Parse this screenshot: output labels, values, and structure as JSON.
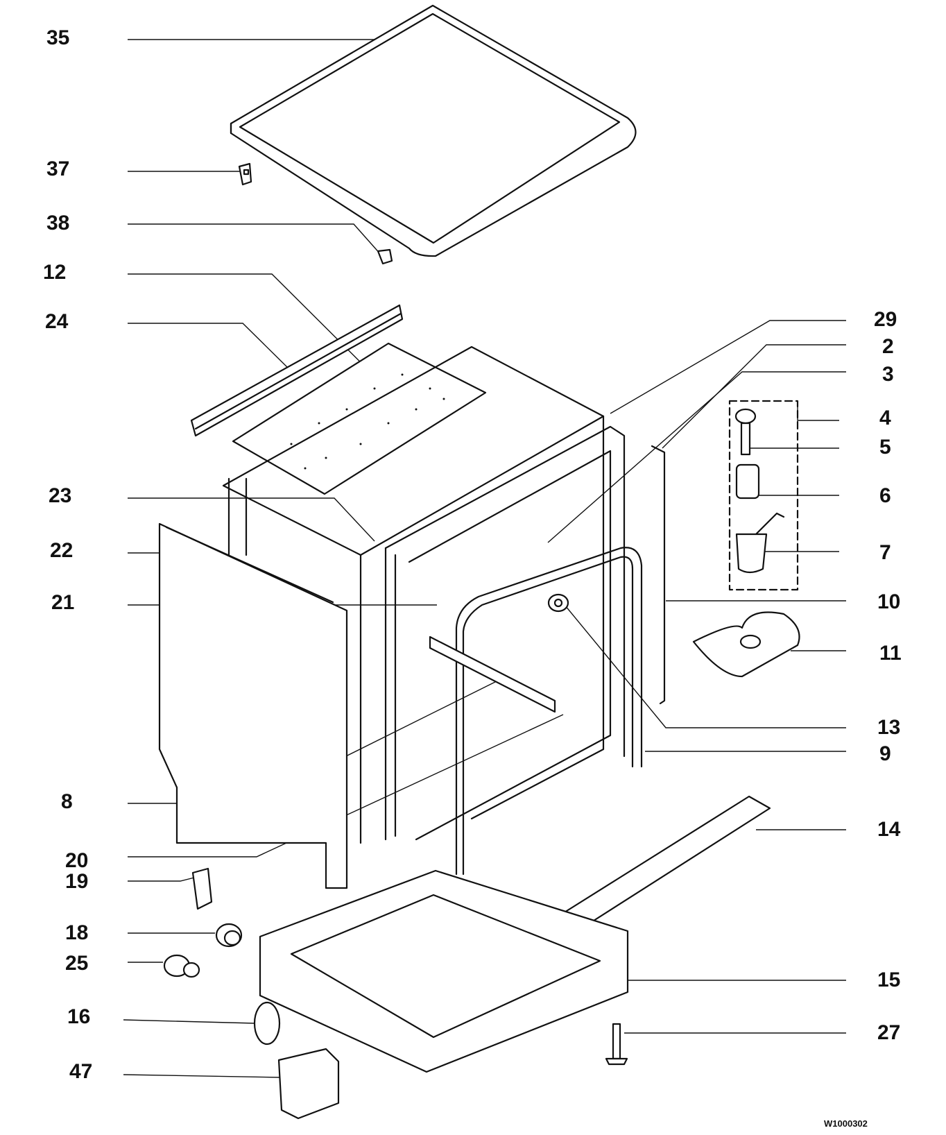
{
  "callouts": {
    "c35": "35",
    "c37": "37",
    "c38": "38",
    "c12": "12",
    "c24": "24",
    "c23": "23",
    "c22": "22",
    "c21": "21",
    "c8": "8",
    "c20": "20",
    "c19": "19",
    "c18": "18",
    "c25": "25",
    "c16": "16",
    "c47": "47",
    "c29": "29",
    "c2": "2",
    "c3": "3",
    "c4": "4",
    "c5": "5",
    "c6": "6",
    "c7": "7",
    "c10": "10",
    "c11": "11",
    "c13": "13",
    "c9": "9",
    "c14": "14",
    "c15": "15",
    "c27": "27"
  },
  "drawing_code": "W1000302"
}
